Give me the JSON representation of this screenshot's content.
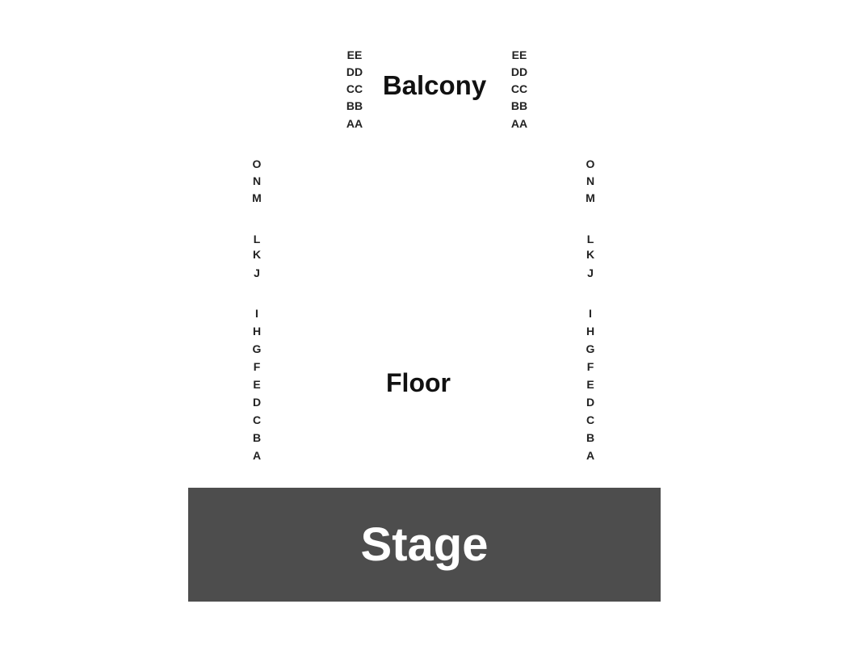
{
  "balcony": {
    "title": "Balcony",
    "left_rows": [
      "EE",
      "DD",
      "CC",
      "BB",
      "AA"
    ],
    "right_rows": [
      "EE",
      "DD",
      "CC",
      "BB",
      "AA"
    ]
  },
  "floor": {
    "title": "Floor",
    "left_rows": [
      "O",
      "N",
      "M",
      "L",
      "K",
      "J",
      "I",
      "H",
      "G",
      "F",
      "E",
      "D",
      "C",
      "B",
      "A"
    ],
    "right_rows": [
      "O",
      "N",
      "M",
      "L",
      "K",
      "J",
      "I",
      "H",
      "G",
      "F",
      "E",
      "D",
      "C",
      "B",
      "A"
    ]
  },
  "stage": {
    "label": "Stage",
    "fill_color": "#4d4d4d",
    "label_color": "#ffffff"
  }
}
